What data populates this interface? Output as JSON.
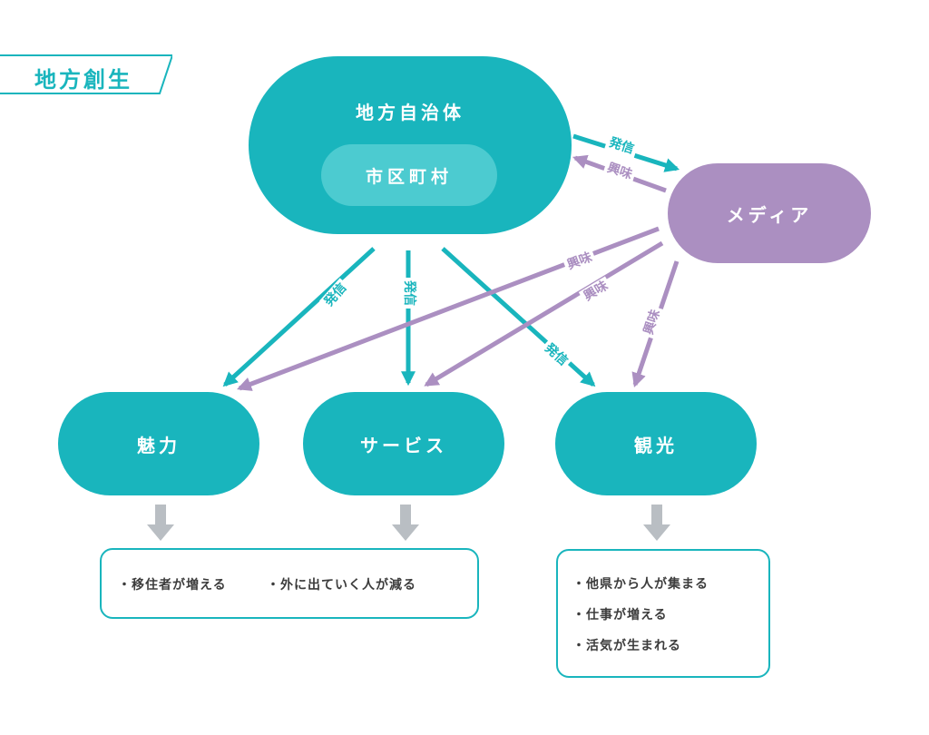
{
  "title": "地方創生",
  "nodes": {
    "jichitai": "地方自治体",
    "shikuchoson": "市区町村",
    "media": "メディア",
    "miryoku": "魅力",
    "service": "サービス",
    "kanko": "観光"
  },
  "edge_labels": {
    "hasshin": "発信",
    "kyoumi": "興味"
  },
  "outcomes": {
    "left": [
      "・移住者が増える",
      "・外に出ていく人が減る"
    ],
    "right": [
      "・他県から人が集まる",
      "・仕事が増える",
      "・活気が生まれる"
    ]
  },
  "colors": {
    "teal": "#19b5bd",
    "teal_light": "#4ccbd0",
    "purple": "#ab8fc1",
    "gray_arrow": "#b9bec3",
    "text_dark": "#3c3c3c"
  }
}
